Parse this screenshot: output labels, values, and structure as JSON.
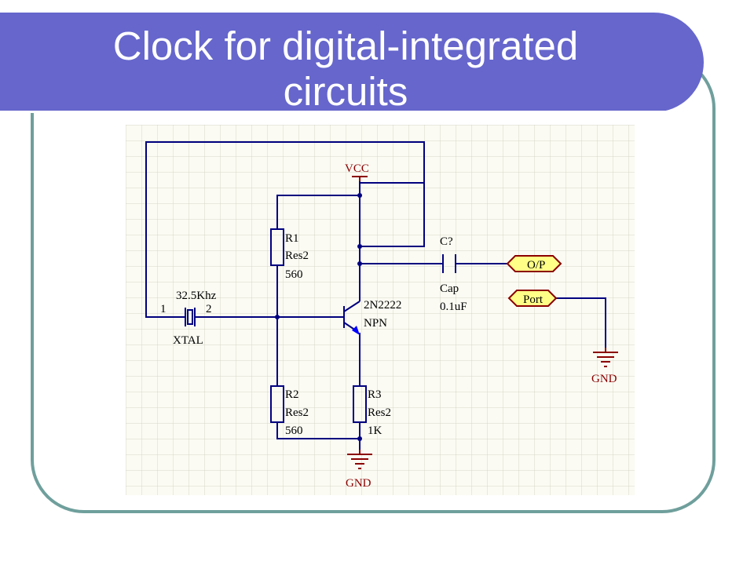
{
  "slide": {
    "title": "Clock for digital-integrated\ncircuits"
  },
  "schematic": {
    "power_label": "VCC",
    "ground_label_main": "GND",
    "ground_label_port": "GND",
    "crystal": {
      "freq": "32.5Khz",
      "name": "XTAL",
      "pin1": "1",
      "pin2": "2"
    },
    "r1": {
      "ref": "R1",
      "type": "Res2",
      "value": "560"
    },
    "r2": {
      "ref": "R2",
      "type": "Res2",
      "value": "560"
    },
    "r3": {
      "ref": "R3",
      "type": "Res2",
      "value": "1K"
    },
    "transistor": {
      "part": "2N2222",
      "type": "NPN"
    },
    "capacitor": {
      "ref": "C?",
      "type": "Cap",
      "value": "0.1uF"
    },
    "port_out": "O/P",
    "port_in": "Port"
  },
  "colors": {
    "title_band": "#6666cc",
    "frame": "#6f9f9c",
    "wire": "#00007f",
    "power": "#8b0000",
    "port_fill": "#ffff88",
    "port_stroke": "#8b0000"
  }
}
